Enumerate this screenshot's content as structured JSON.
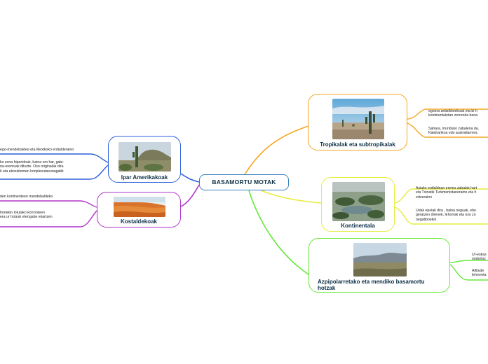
{
  "title": "BASAMORTU MOTAK",
  "branches": {
    "tropical": {
      "label": "Tropikalak eta subtropikalak",
      "color": "#f5a623",
      "leaves": [
        "egoera antiziklonikoak eta bi h\nkontinentaletan zerrenda bana",
        "Sahara, munduko zabalena da,\nKalaharikoa edo australiarrenc"
      ]
    },
    "continental": {
      "label": "Kontinentala",
      "color": "#e6ec3c",
      "leaves": [
        "Asiako erdialdean eremu zabalak hart\neta Txinatik Turkmenistaneraino eta h\nertzeraino",
        "Udak epelak dira , baina neguak, ebe\ngeratzen direnek, lehorrak eta oso zo\nnegatiboekin"
      ]
    },
    "polar": {
      "label": "Azpipolarretako eta mendiko basamortu hotzak",
      "color": "#66e83a",
      "leaves": [
        "Ur-eskas\nondorioz",
        "Altitude\nlehorreta"
      ]
    },
    "north_america": {
      "label": "Ipar Amerikakoak",
      "color": "#2b5fd9",
      "leaves": [
        "ego-mendebaldea eta Mexikoko erdialderaino",
        "ko zona hiperidoak, baina oro har, gatz-\nna-eremuak dituzte.  Oso originalak dira\nk eta ekosistemen konplexutasunagatik"
      ]
    },
    "coastal": {
      "label": "Kostaldekoak",
      "color": "#b035c9",
      "leaves": [
        "den kontinenteen mendebaldeko",
        " horiekin lotutako korronteen\nera ur hotzak etengabe ekartzen"
      ]
    }
  }
}
